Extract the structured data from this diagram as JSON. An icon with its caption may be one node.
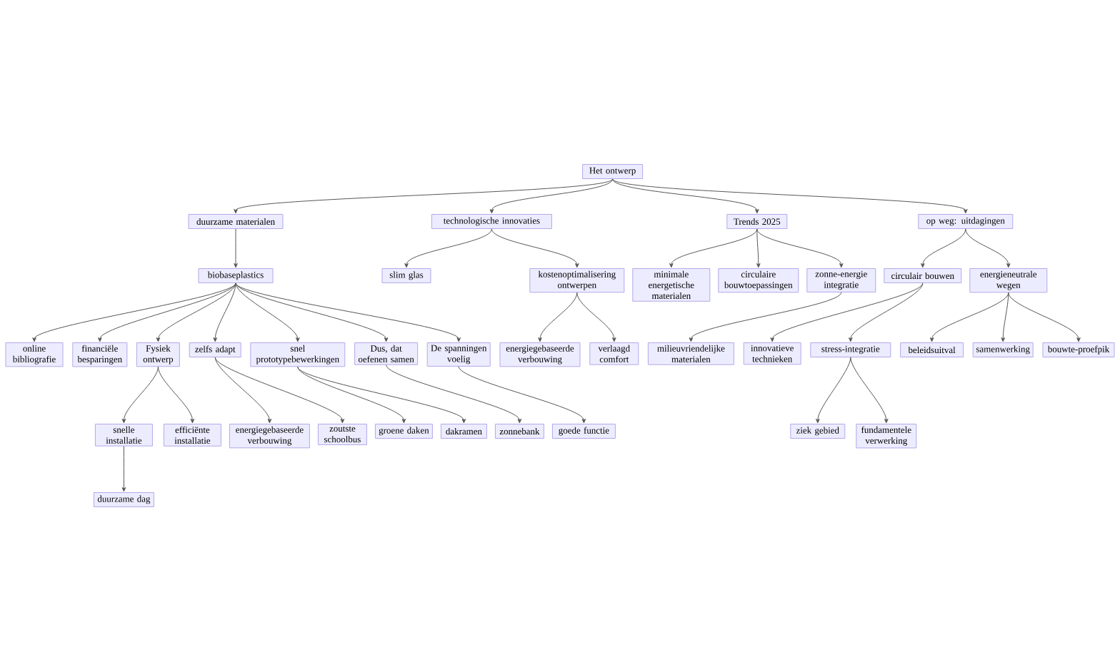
{
  "diagram": {
    "nodes": [
      {
        "text": [
          "Het ontwerp"
        ]
      },
      {
        "text": [
          "duurzame materialen"
        ]
      },
      {
        "text": [
          "technologische innovaties"
        ]
      },
      {
        "text": [
          "Trends 2025"
        ]
      },
      {
        "text": [
          "op weg: uitdagingen"
        ]
      },
      {
        "text": [
          "biobaseplastics"
        ]
      },
      {
        "text": [
          "slim glas"
        ]
      },
      {
        "text": [
          "kostenoptimalisering ontwerpen"
        ]
      },
      {
        "text": [
          "minimale energetische materialen"
        ]
      },
      {
        "text": [
          "circulaire bouwtoepassingen"
        ]
      },
      {
        "text": [
          "zonne-energie integratie"
        ]
      },
      {
        "text": [
          "circulair bouwen"
        ]
      },
      {
        "text": [
          "energieneutrale wegen"
        ]
      },
      {
        "text": [
          "online bibliografie"
        ]
      },
      {
        "text": [
          "financiële besparingen"
        ]
      },
      {
        "text": [
          "Fysiek ontwerp"
        ]
      },
      {
        "text": [
          "zelfs adapt"
        ]
      },
      {
        "text": [
          "snel prototypebewerkingen"
        ]
      },
      {
        "text": [
          "Dus, dat oefenen samen"
        ]
      },
      {
        "text": [
          "De spanningen voelig"
        ]
      },
      {
        "text": [
          "energiegebaseerde verbouwing"
        ]
      },
      {
        "text": [
          "verlaagd comfort"
        ]
      },
      {
        "text": [
          "milieuvriendelijke materialen"
        ]
      },
      {
        "text": [
          "innovatieve technieken"
        ]
      },
      {
        "text": [
          "stress-integratie"
        ]
      },
      {
        "text": [
          "beleidsuitval"
        ]
      },
      {
        "text": [
          "samenwerking"
        ]
      },
      {
        "text": [
          "bouwte-proefpik"
        ]
      },
      {
        "text": [
          "snelle installatie"
        ]
      },
      {
        "text": [
          "efficiënte installatie"
        ]
      },
      {
        "text": [
          "energiegebaseerde verbouwing"
        ]
      },
      {
        "text": [
          "zoutste schoolbus"
        ]
      },
      {
        "text": [
          "groene daken"
        ]
      },
      {
        "text": [
          "dakramen"
        ]
      },
      {
        "text": [
          "zonnebank"
        ]
      },
      {
        "text": [
          "goede functie"
        ]
      },
      {
        "text": [
          "ziek gebied"
        ]
      },
      {
        "text": [
          "fundamentele verwerking"
        ]
      },
      {
        "text": [
          "duurzame dag"
        ]
      }
    ],
    "edges": [
      {
        "from": 0,
        "to": 1,
        "arrow": "to"
      },
      {
        "from": 0,
        "to": 2,
        "arrow": "to"
      },
      {
        "from": 0,
        "to": 3,
        "arrow": "to"
      },
      {
        "from": 0,
        "to": 4,
        "arrow": "to"
      },
      {
        "from": 1,
        "to": 5,
        "arrow": "to"
      },
      {
        "from": 2,
        "to": 6,
        "arrow": "to"
      },
      {
        "from": 2,
        "to": 7,
        "arrow": "to"
      },
      {
        "from": 3,
        "to": 8,
        "arrow": "to"
      },
      {
        "from": 3,
        "to": 9,
        "arrow": "to"
      },
      {
        "from": 3,
        "to": 10,
        "arrow": "to"
      },
      {
        "from": 4,
        "to": 11,
        "arrow": "to"
      },
      {
        "from": 4,
        "to": 12,
        "arrow": "to"
      },
      {
        "from": 5,
        "to": 13,
        "arrow": "to"
      },
      {
        "from": 5,
        "to": 14,
        "arrow": "to"
      },
      {
        "from": 5,
        "to": 15,
        "arrow": "to"
      },
      {
        "from": 5,
        "to": 16,
        "arrow": "to"
      },
      {
        "from": 5,
        "to": 17,
        "arrow": "to"
      },
      {
        "from": 5,
        "to": 18,
        "arrow": "to"
      },
      {
        "from": 5,
        "to": 19,
        "arrow": "to"
      },
      {
        "from": 7,
        "to": 20,
        "arrow": "to"
      },
      {
        "from": 7,
        "to": 21,
        "arrow": "to"
      },
      {
        "from": 10,
        "to": 22,
        "arrow": "to"
      },
      {
        "from": 11,
        "to": 23,
        "arrow": "to"
      },
      {
        "from": 11,
        "to": 24,
        "arrow": "to"
      },
      {
        "from": 12,
        "to": 25,
        "arrow": "to"
      },
      {
        "from": 12,
        "to": 26,
        "arrow": "to"
      },
      {
        "from": 12,
        "to": 27,
        "arrow": "to"
      },
      {
        "from": 15,
        "to": 28,
        "arrow": "to"
      },
      {
        "from": 15,
        "to": 29,
        "arrow": "to"
      },
      {
        "from": 16,
        "to": 30,
        "arrow": "to"
      },
      {
        "from": 16,
        "to": 31,
        "arrow": "to"
      },
      {
        "from": 17,
        "to": 32,
        "arrow": "to"
      },
      {
        "from": 17,
        "to": 33,
        "arrow": "to"
      },
      {
        "from": 18,
        "to": 34,
        "arrow": "to"
      },
      {
        "from": 19,
        "to": 35,
        "arrow": "to"
      },
      {
        "from": 24,
        "to": 36,
        "arrow": "to"
      },
      {
        "from": 24,
        "to": 37,
        "arrow": "to"
      },
      {
        "from": 28,
        "to": 38,
        "arrow": "to"
      }
    ]
  }
}
